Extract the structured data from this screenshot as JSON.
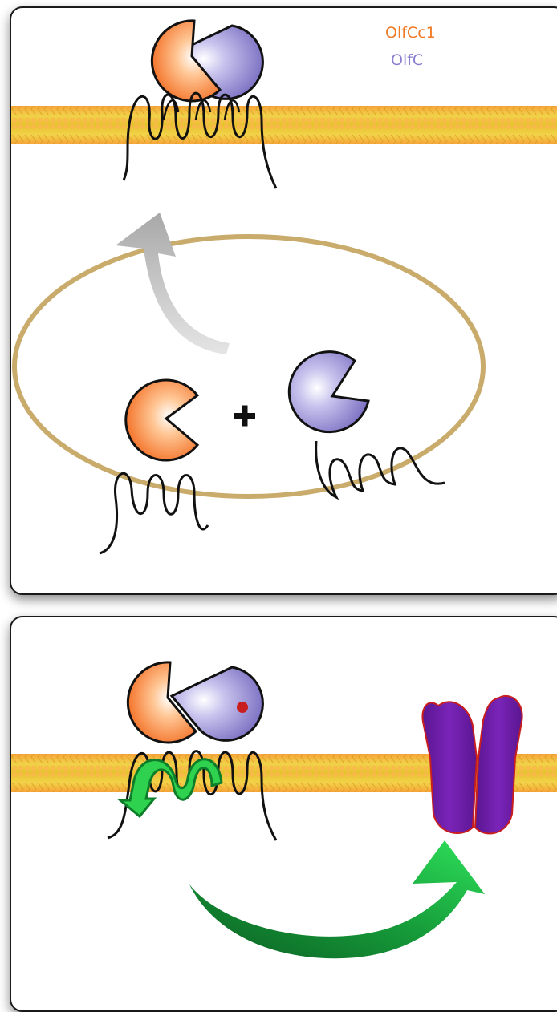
{
  "legend": {
    "items": [
      {
        "label": "OlfCc1",
        "color": "#f07a26"
      },
      {
        "label": "OlfC",
        "color": "#8a7fd0"
      }
    ]
  },
  "colors": {
    "membrane": "#f2c230",
    "membrane_dots": "#f7a23a",
    "vesicle": "#c9ab6c",
    "olfcc1": "#f27024",
    "olfc": "#9d96d8",
    "arrow_gray": "#bdbdbd",
    "arrow_green": "#1aa93c",
    "channel": "#6f1ea8",
    "ligand": "#c81e1e"
  },
  "icons": [
    "plus-icon",
    "ligand-dot",
    "signal-arrow",
    "channel-protein"
  ]
}
